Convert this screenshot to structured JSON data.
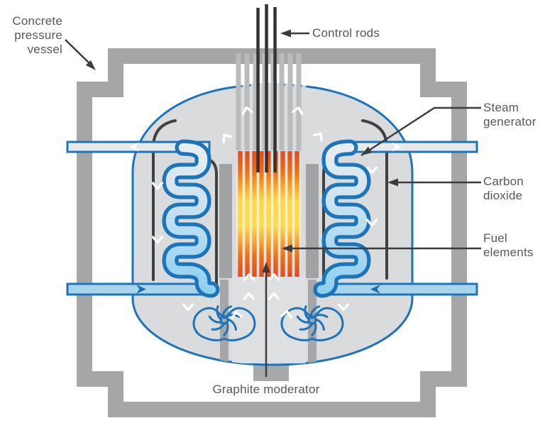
{
  "diagram": {
    "labels": {
      "concrete_pressure_vessel": "Concrete\npressure\nvessel",
      "control_rods": "Control rods",
      "steam_generator": "Steam\ngenerator",
      "carbon_dioxide": "Carbon\ndioxide",
      "fuel_elements": "Fuel\nelements",
      "graphite_moderator": "Graphite moderator"
    },
    "colors": {
      "concrete_gray": "#a4a6a8",
      "vessel_fill": "#d9dbdd",
      "outline_blue": "#1c74ba",
      "steam_pipe_fill": "#e6e8ea",
      "water_pipe_fill": "#a8d4ec",
      "pipe_arrow_blue": "#1a6cb0",
      "fuel_hot_orange": "#e8491d",
      "fuel_core_yellow": "#ffd84f",
      "control_rod_dark": "#313335",
      "guide_tube_gray": "#b9bbbd",
      "moderator_gray": "#a0a2a4",
      "baffle_dark": "#3f4143",
      "leader_line": "#3a3c3e",
      "label_text": "#56585a",
      "flow_arrow_white": "#ffffff"
    }
  }
}
